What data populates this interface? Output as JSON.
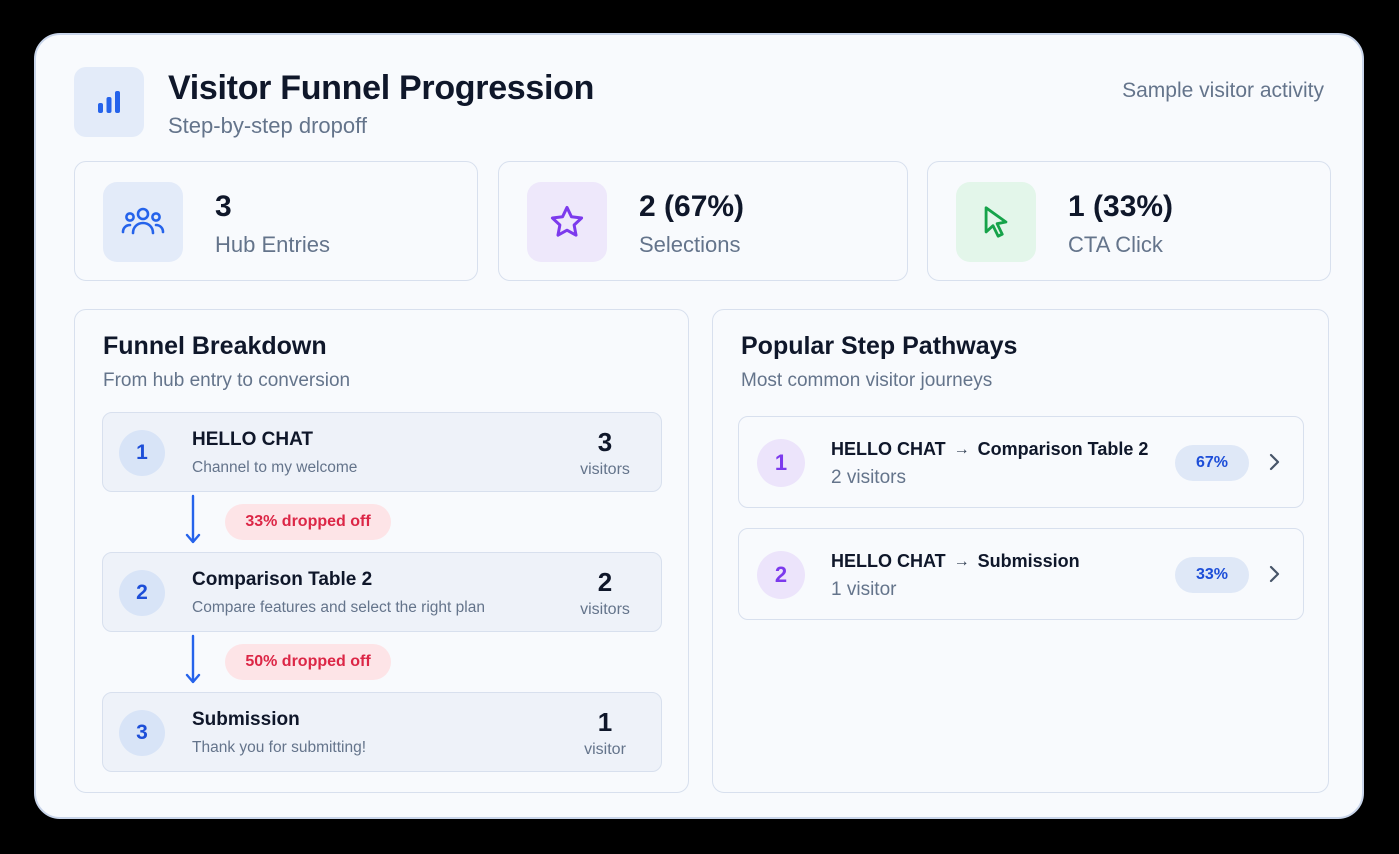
{
  "header": {
    "title": "Visitor Funnel Progression",
    "subtitle": "Step-by-step dropoff",
    "sample_label": "Sample visitor activity",
    "icon": "bar-chart-icon"
  },
  "stats": [
    {
      "value": "3",
      "label": "Hub Entries",
      "icon": "users-icon",
      "color": "#2563eb",
      "bg": "#e3ebf9"
    },
    {
      "value": "2 (67%)",
      "label": "Selections",
      "icon": "star-icon",
      "color": "#7c3aed",
      "bg": "#eee8fb"
    },
    {
      "value": "1 (33%)",
      "label": "CTA Click",
      "icon": "cursor-icon",
      "color": "#16a34a",
      "bg": "#e3f6ea"
    }
  ],
  "funnel": {
    "title": "Funnel Breakdown",
    "subtitle": "From hub entry to conversion",
    "steps": [
      {
        "num": "1",
        "name": "HELLO CHAT",
        "desc": "Channel to my welcome",
        "count": "3",
        "unit": "visitors"
      },
      {
        "num": "2",
        "name": "Comparison Table 2",
        "desc": "Compare features and select the right plan",
        "count": "2",
        "unit": "visitors"
      },
      {
        "num": "3",
        "name": "Submission",
        "desc": "Thank you for submitting!",
        "count": "1",
        "unit": "visitor"
      }
    ],
    "drops": [
      "33% dropped off",
      "50% dropped off"
    ]
  },
  "pathways": {
    "title": "Popular Step Pathways",
    "subtitle": "Most common visitor journeys",
    "items": [
      {
        "num": "1",
        "from": "HELLO CHAT",
        "arrow": "→",
        "to": "Comparison Table 2",
        "visitors": "2 visitors",
        "pct": "67%"
      },
      {
        "num": "2",
        "from": "HELLO CHAT",
        "arrow": "→",
        "to": "Submission",
        "visitors": "1 visitor",
        "pct": "33%"
      }
    ]
  },
  "colors": {
    "accent": "#2563eb",
    "drop_text": "#dc2646",
    "drop_bg": "#fde4e7",
    "path_num": "#7c3aed"
  }
}
